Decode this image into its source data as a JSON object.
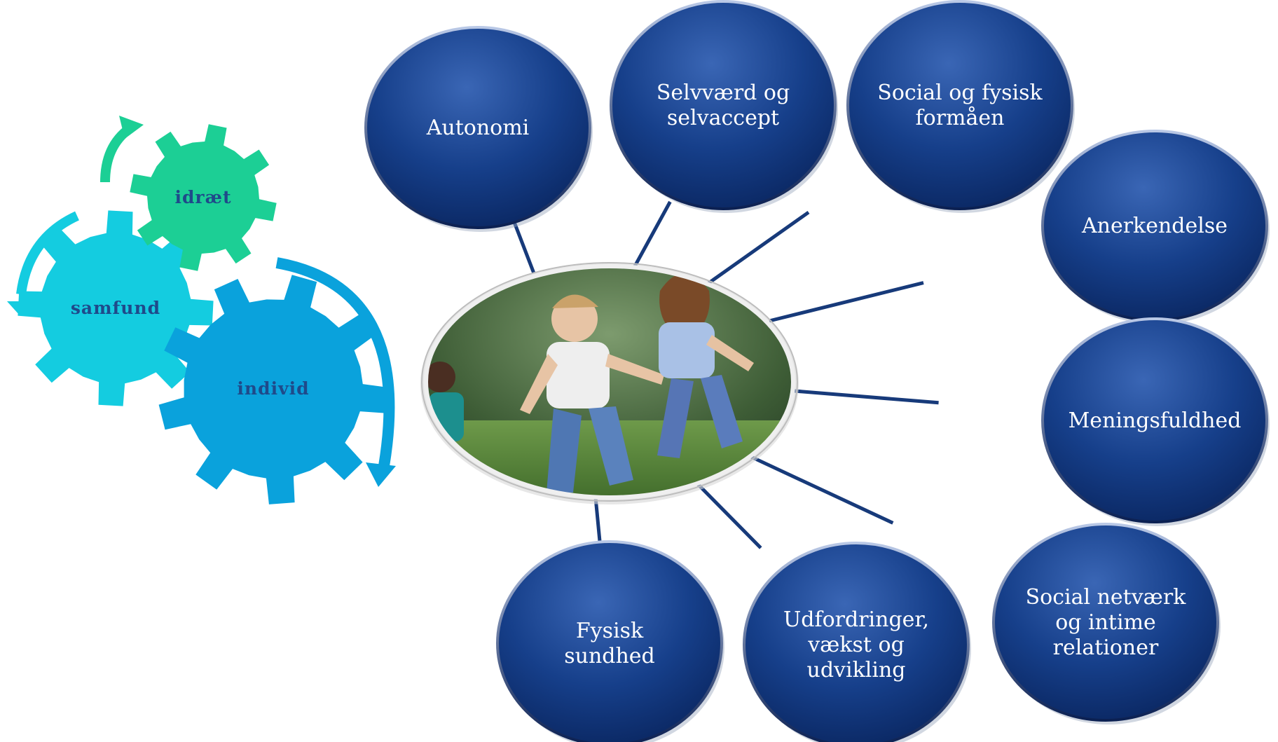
{
  "gears": {
    "idraet": "idræt",
    "samfund": "samfund",
    "individ": "individ"
  },
  "bubbles": [
    {
      "key": "autonomi",
      "lines": [
        "Autonomi"
      ]
    },
    {
      "key": "selvvaerd",
      "lines": [
        "Selvværd og",
        "selvaccept"
      ]
    },
    {
      "key": "social-fysisk",
      "lines": [
        "Social og fysisk",
        "formåen"
      ]
    },
    {
      "key": "anerkendelse",
      "lines": [
        "Anerkendelse"
      ]
    },
    {
      "key": "meningsfuldhed",
      "lines": [
        "Meningsfuldhed"
      ]
    },
    {
      "key": "social-netvaerk",
      "lines": [
        "Social netværk",
        "og intime",
        "relationer"
      ]
    },
    {
      "key": "udfordringer",
      "lines": [
        "Udfordringer,",
        "vækst og",
        "udvikling"
      ]
    },
    {
      "key": "fysisk-sundhed",
      "lines": [
        "Fysisk",
        "sundhed"
      ]
    }
  ],
  "colors": {
    "bubble_dark": "#0c2b6b",
    "bubble_light": "#2f5aa8",
    "connector": "#173a7a",
    "gear_idraet": "#1ccf95",
    "gear_samfund": "#14cce0",
    "gear_individ": "#0aa2dc"
  }
}
